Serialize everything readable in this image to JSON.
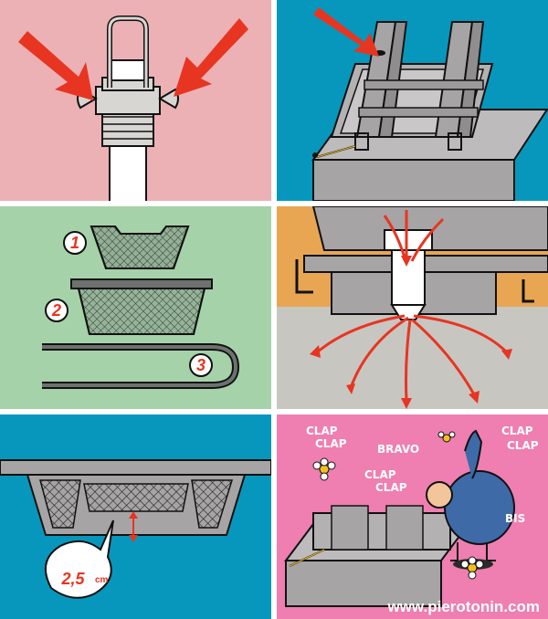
{
  "colors": {
    "pink_light": "#ebb1b5",
    "teal": "#0797bc",
    "green": "#a5d2a8",
    "pink_bright": "#ee7fb0",
    "arrow_red": "#e73522",
    "frame_gray": "#a6a4a4"
  },
  "panel3": {
    "labels": [
      "1",
      "2",
      "3"
    ]
  },
  "panel5": {
    "measure_value": "2,5",
    "measure_unit": "cm"
  },
  "panel6": {
    "exclamations": [
      "CLAP",
      "CLAP",
      "BRAVO",
      "CLAP",
      "CLAP",
      "CLAP",
      "CLAP",
      "BIS"
    ],
    "website": "www.pierotonin.com"
  }
}
